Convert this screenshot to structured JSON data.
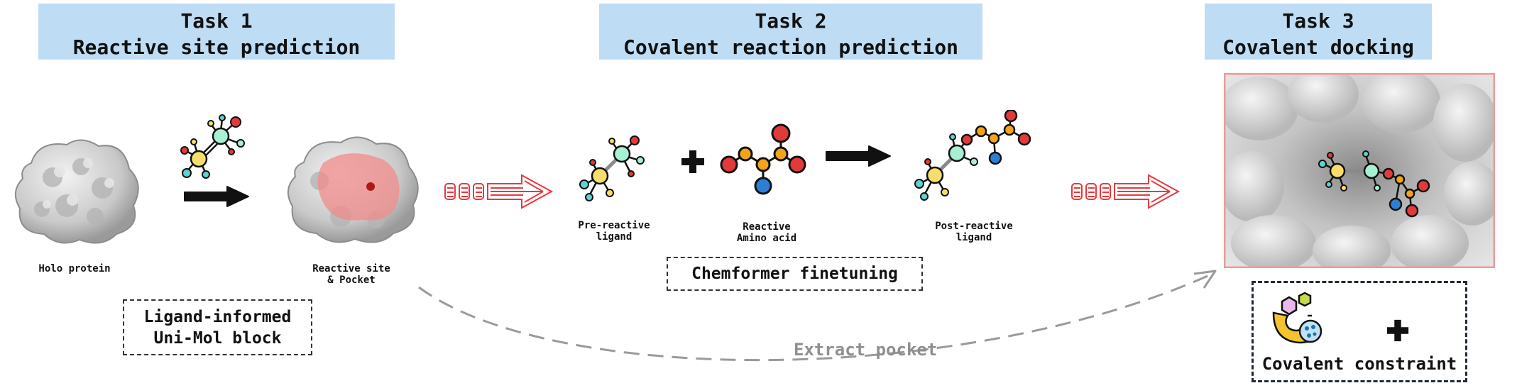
{
  "task1": {
    "label": "Task 1",
    "title": "Reactive site prediction"
  },
  "task2": {
    "label": "Task 2",
    "title": "Covalent reaction prediction"
  },
  "task3": {
    "label": "Task 3",
    "title": "Covalent docking"
  },
  "captions": {
    "holo_protein": "Holo protein",
    "reactive_site_line1": "Reactive site",
    "reactive_site_line2": "& Pocket",
    "pre_reactive_line1": "Pre-reactive",
    "pre_reactive_line2": "ligand",
    "reactive_aa_line1": "Reactive",
    "reactive_aa_line2": "Amino acid",
    "post_reactive_line1": "Post-reactive",
    "post_reactive_line2": "ligand"
  },
  "boxes": {
    "unimol_line1": "Ligand-informed",
    "unimol_line2": "Uni-Mol block",
    "chemformer": "Chemformer finetuning",
    "covalent_constraint": "Covalent constraint"
  },
  "extract_pocket": "Extract pocket",
  "colors": {
    "header_bg": "#bfdcf5",
    "arrow_red": "#e8393d",
    "pocket_pink": "#f28b8b",
    "atom_yellow": "#f7dd6a",
    "atom_mint": "#a8f0d4",
    "atom_teal": "#5fd3d0",
    "atom_red": "#e23a3a",
    "atom_orange": "#f5a319",
    "atom_blue": "#2c7fd6",
    "dashed_gray": "#9a9a9a"
  }
}
